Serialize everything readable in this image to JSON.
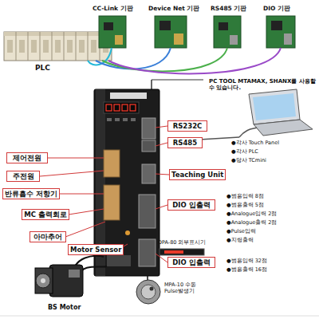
{
  "diagram": {
    "nodes": [
      {
        "text": [
          "제어전원"
        ]
      },
      {
        "text": [
          "주전원"
        ]
      },
      {
        "text": [
          "반류흡수 저항기"
        ]
      },
      {
        "text": [
          "MC 출력회로"
        ]
      },
      {
        "text": [
          "아마추어"
        ]
      },
      {
        "text": [
          "Motor Sensor"
        ]
      },
      {
        "text": [
          "RS232C"
        ]
      },
      {
        "text": [
          "RS485"
        ]
      },
      {
        "text": [
          "Teaching Unit"
        ]
      },
      {
        "text": [
          "DIO 입출력"
        ]
      },
      {
        "text": [
          "DIO 입출력"
        ]
      }
    ],
    "labels": [
      "CC-Link 기판",
      "Device Net 기판",
      "RS485 기판",
      "DIO 기판",
      "PLC",
      "PC TOOL MTAMAX, SHANX를 사용할 수 있습니다.",
      "●각사 Touch Panel",
      "●각사 PLC",
      "●당사 TCmini",
      "●범용입력 8점",
      "●범용출력 5점",
      "●Analogue입력 2점",
      "●Analogue출력 2점",
      "●Pulse입력",
      "●지령출력",
      "●범용입력 32점",
      "●범용출력 16점",
      "DPA-80 외부표시기",
      "BS Motor",
      "MPA-10 수동 Pulse발생기"
    ]
  }
}
